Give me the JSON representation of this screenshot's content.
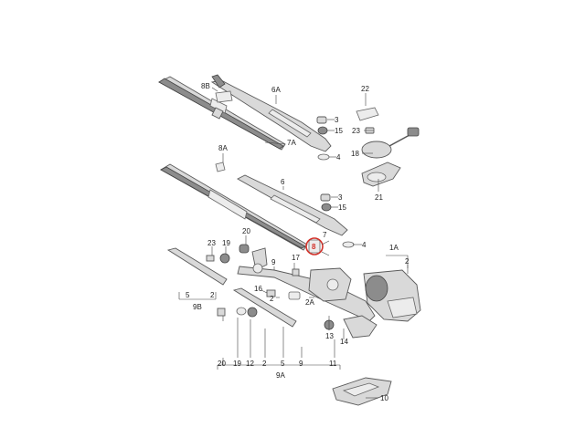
{
  "labels": {
    "l_8B": "8B",
    "l_6A": "6A",
    "l_22": "22",
    "l_3a": "3",
    "l_15a": "15",
    "l_7A": "7A",
    "l_23a": "23",
    "l_18": "18",
    "l_4a": "4",
    "l_8A": "8A",
    "l_21": "21",
    "l_6": "6",
    "l_3b": "3",
    "l_15b": "15",
    "l_20a": "20",
    "l_4b": "4",
    "l_23b": "23",
    "l_19a": "19",
    "l_7": "7",
    "l_8": "8",
    "l_1A": "1A",
    "l_2a": "2",
    "l_17": "17",
    "l_9a": "9",
    "l_5a": "5",
    "l_2b": "2",
    "l_9B": "9B",
    "l_16": "16",
    "l_2c": "2",
    "l_2A": "2A",
    "l_13": "13",
    "l_14": "14",
    "l_20b": "20",
    "l_19b": "19",
    "l_12": "12",
    "l_2d": "2",
    "l_5b": "5",
    "l_9b": "9",
    "l_11": "11",
    "l_9A": "9A",
    "l_10": "10"
  },
  "highlight": {
    "color": "#d3322a",
    "part": "8"
  }
}
